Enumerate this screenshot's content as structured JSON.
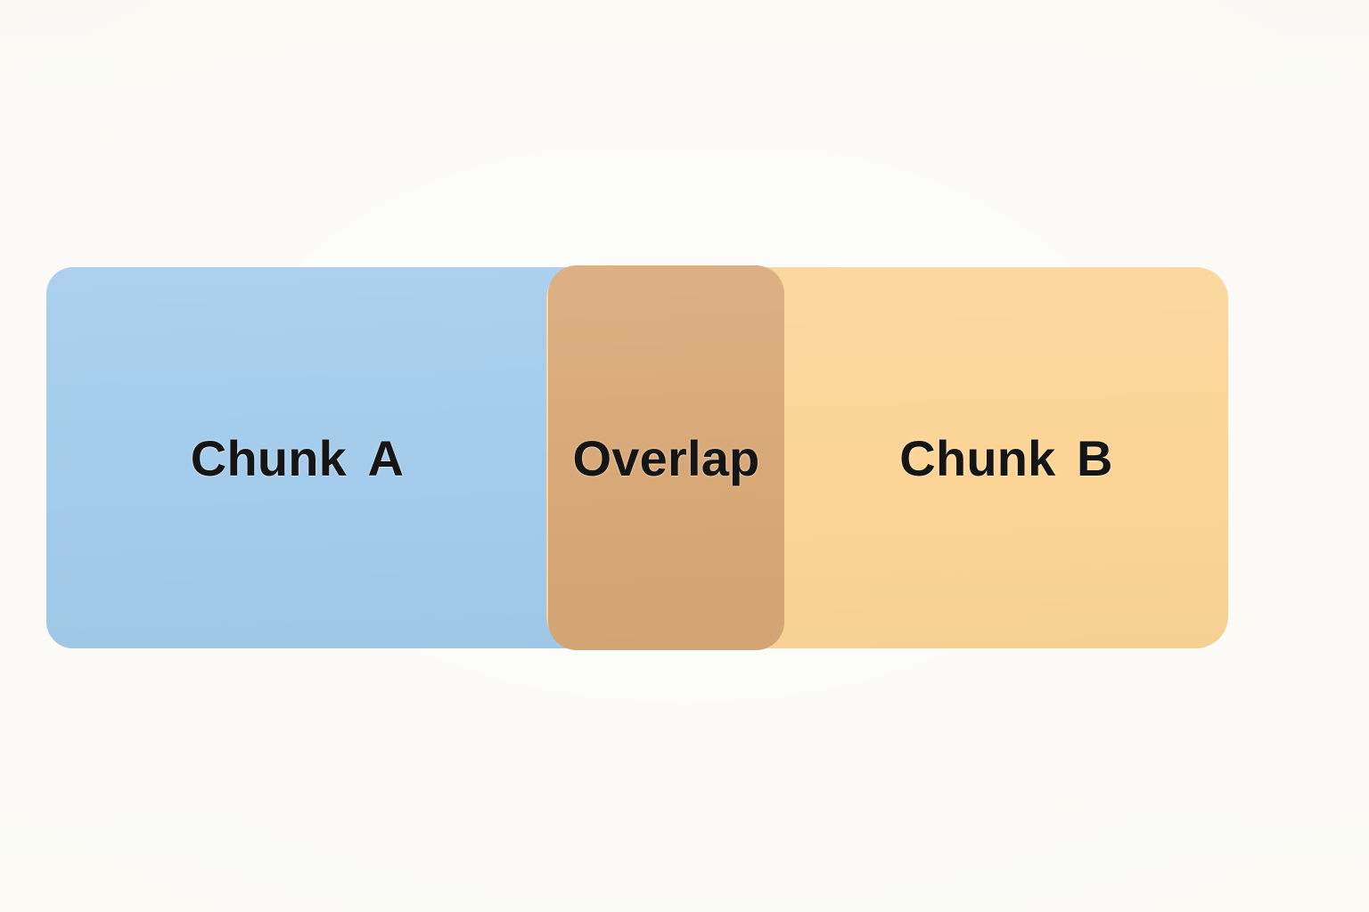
{
  "diagram": {
    "type": "overlapping-chunks",
    "description": "Two adjacent rounded rectangles representing text chunks with a shared overlap region between them",
    "background_color": "#FBFAF6",
    "blocks": [
      {
        "id": "chunk-a",
        "label": "Chunk A",
        "label_word_1": "Chunk",
        "label_word_2": "A",
        "color": "#A3CBEB",
        "text_color": "#151515"
      },
      {
        "id": "overlap",
        "label": "Overlap",
        "color": "#D8A877",
        "text_color": "#151515"
      },
      {
        "id": "chunk-b",
        "label": "Chunk B",
        "label_word_1": "Chunk",
        "label_word_2": "B",
        "color": "#FCD496",
        "text_color": "#151515"
      }
    ]
  }
}
